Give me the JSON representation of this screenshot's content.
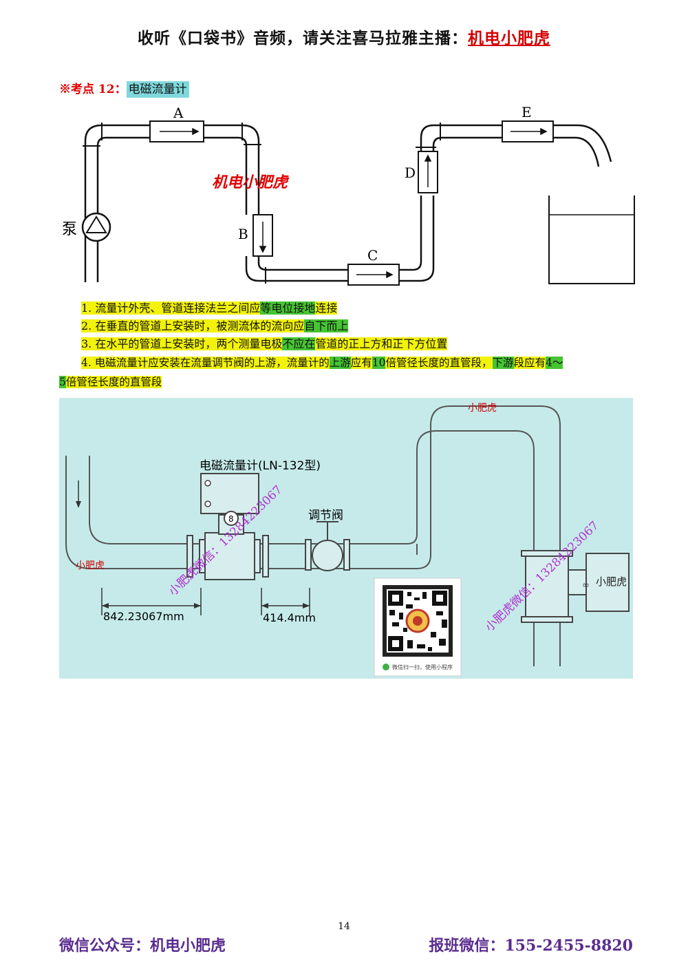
{
  "header": {
    "prefix": "收听《口袋书》音频，请关注喜马拉雅主播：",
    "brand": "机电小肥虎"
  },
  "topic": {
    "label": "※考点 12：",
    "name": "电磁流量计"
  },
  "diagram1": {
    "labels": {
      "a": "A",
      "b": "B",
      "c": "C",
      "d": "D",
      "e": "E",
      "pump": "泵"
    },
    "watermark": "机电小肥虎"
  },
  "notes": {
    "n1": {
      "t1": "1. 流量计外壳、管道连接法兰之间应",
      "t2": "等电位接地",
      "t3": "连接"
    },
    "n2": {
      "t1": "2. 在垂直的管道上安装时，被测流体的流向应",
      "t2": "自下而上"
    },
    "n3": {
      "t1": "3. 在水平的管道上安装时，两个测量电极",
      "t2": "不应在",
      "t3": "管道的正上方和正下方位置"
    },
    "n4": {
      "t1": "4. 电磁流量计应安装在流量调节阀的上游，流量计的",
      "t2": "上游",
      "t3": "应有",
      "t4": "10",
      "t5": "倍管径长度的直管段，",
      "t6": "下游",
      "t7": "段应有",
      "t8": "4～",
      "t9": "5",
      "t10": "倍管径长度的直管段"
    }
  },
  "diagram2": {
    "meter_label": "电磁流量计(LN-132型)",
    "valve_label": "调节阀",
    "dim1": "842.23067mm",
    "dim2": "414.4mm",
    "tag_left": "小肥虎",
    "tag_top": "小肥虎",
    "tag_right": "小肥虎",
    "watermark1": "小肥虎微信：13284223067",
    "watermark2": "小肥虎微信：13284223067",
    "meter_number": "8",
    "qr_caption": "微信扫一扫，使用小程序"
  },
  "page_number": "14",
  "footer": {
    "left": "微信公众号：机电小肥虎",
    "right": "报班微信：155-2455-8820"
  }
}
